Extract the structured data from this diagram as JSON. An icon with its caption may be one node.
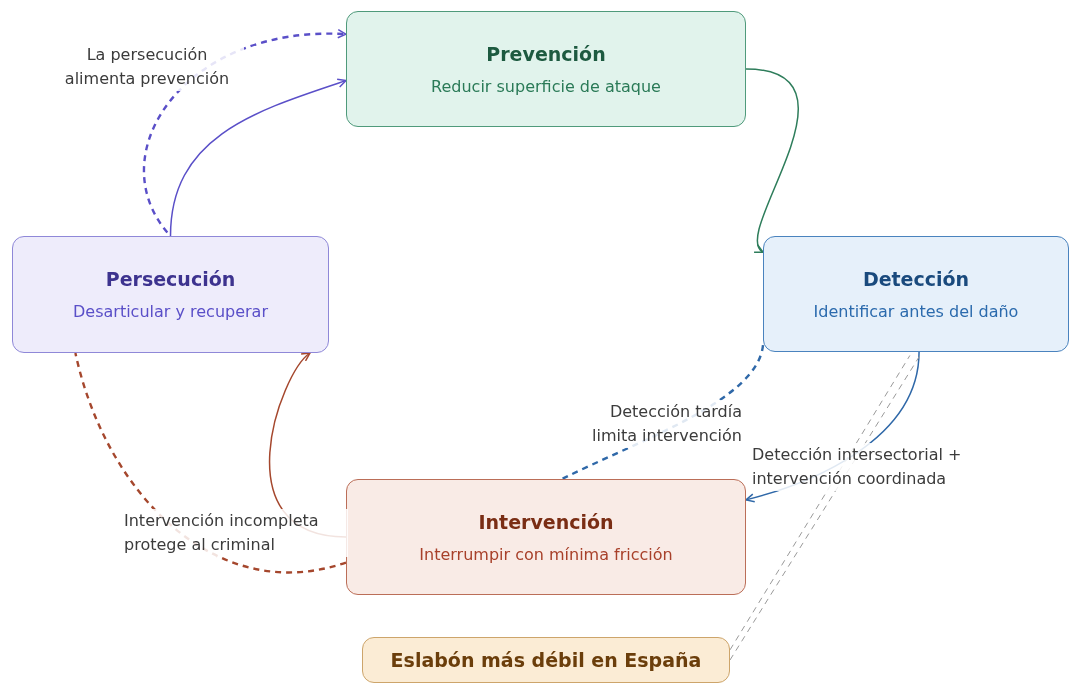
{
  "diagram": {
    "nodes": [
      {
        "text": [
          "Prevención",
          "Reducir superficie de ataque"
        ]
      },
      {
        "text": [
          "Detección",
          "Identificar antes del daño"
        ]
      },
      {
        "text": [
          "Persecución",
          "Desarticular y recuperar"
        ]
      },
      {
        "text": [
          "Intervención",
          "Interrumpir con mínima fricción"
        ]
      },
      {
        "text": [
          "Eslabón más débil en España"
        ]
      }
    ],
    "edges": [
      {
        "from": 0,
        "to": 1,
        "arrow": "to",
        "color": "#2e7d5b"
      },
      {
        "from": 1,
        "to": 3,
        "arrow": "to",
        "color": "#2f68a8",
        "label": "Detección intersectorial + intervención coordinada"
      },
      {
        "from": 3,
        "to": 2,
        "arrow": "to",
        "color": "#a5472d"
      },
      {
        "from": 2,
        "to": 0,
        "arrow": "to",
        "color": "#5a4fc8"
      },
      {
        "from": 2,
        "to": 0,
        "arrow": "to",
        "style": "dashed",
        "color": "#5a4fc8",
        "label": "La persecución alimenta prevención"
      },
      {
        "from": 1,
        "to": 3,
        "arrow": "none",
        "style": "dashed",
        "color": "#2f68a8",
        "label": "Detección tardía limita intervención"
      },
      {
        "from": 3,
        "to": 2,
        "arrow": "none",
        "style": "dashed",
        "color": "#a5472d",
        "label": "Intervención incompleta protege al criminal"
      },
      {
        "from": 4,
        "to": 1,
        "arrow": "none",
        "style": "dashed",
        "color": "#9a9a9a"
      },
      {
        "from": 4,
        "to": 1,
        "arrow": "none",
        "style": "dashed",
        "color": "#9a9a9a"
      }
    ]
  }
}
